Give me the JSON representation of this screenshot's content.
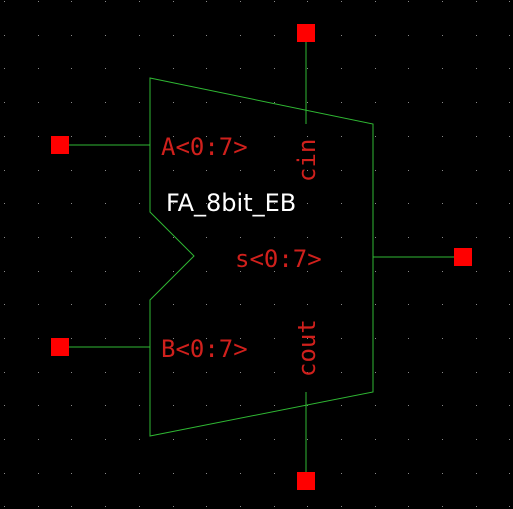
{
  "symbol": {
    "cell_name": "FA_8bit_EB",
    "body_color": "#2fb833",
    "pin_color": "#ff0000",
    "label_color": "#d0201c",
    "grid_color": "#8a8a8a",
    "background": "#000000"
  },
  "pins": {
    "a": {
      "label": "A<0:7>"
    },
    "b": {
      "label": "B<0:7>"
    },
    "s": {
      "label": "s<0:7>"
    },
    "cin": {
      "label": "cin"
    },
    "cout": {
      "label": "cout"
    }
  }
}
